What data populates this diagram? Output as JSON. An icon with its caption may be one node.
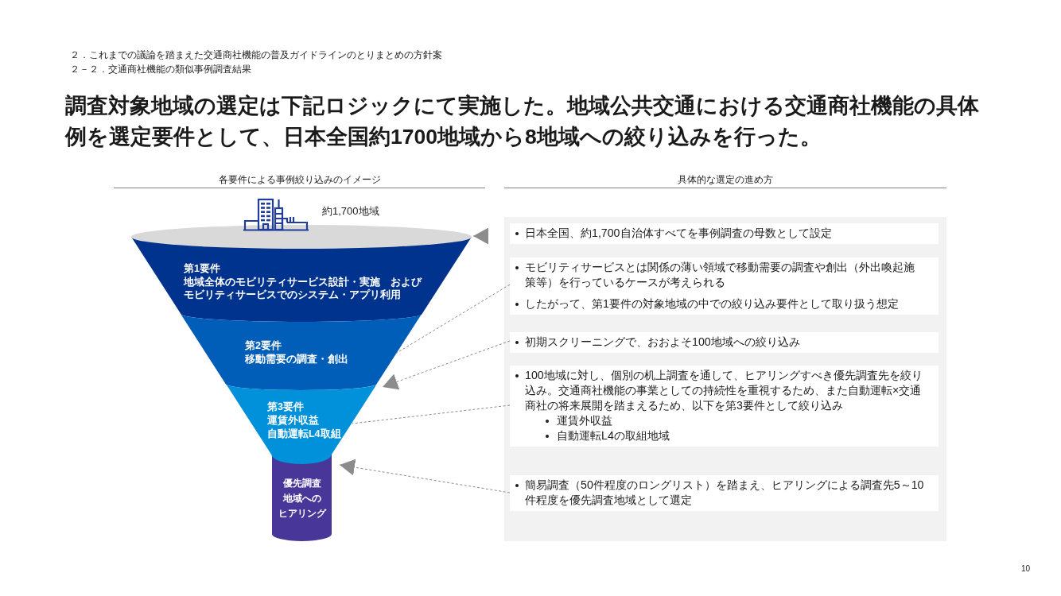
{
  "diagram": {
    "title": "調査対象地域の選定は下記ロジックにて実施した。地域公共交通における交通商社機能の具体例を選定要件として、日本全国約1700地域から8地域への絞り込みを行った。",
    "nodes": [
      {
        "text": [],
        "shape": "ellipse",
        "beside": [
          "約1,700地域"
        ]
      },
      {
        "text": [
          "第1要件",
          "地域全体のモビリティサービス設計・実施　およびモビリティサービスでのシステム・アプリ利用"
        ]
      },
      {
        "text": [
          "第2要件",
          "移動需要の調査・創出"
        ]
      },
      {
        "text": [
          "第3要件",
          "運賃外収益",
          "自動運転L4取組"
        ]
      },
      {
        "text": [
          "優先調査地域へのヒアリング"
        ]
      },
      {
        "text": [],
        "shape": "box"
      },
      {
        "text": [
          "日本全国、約1,700自治体すべてを事例調査の母数として設定"
        ],
        "in": 5
      },
      {
        "text": [
          "モビリティサービスとは関係の薄い領域で移動需要の調査や創出（外出喚起施策等）を行っているケースが考えられる",
          "したがって、第1要件の対象地域の中での絞り込み要件として取り扱う想定"
        ],
        "in": 5
      },
      {
        "text": [
          "初期スクリーニングで、おおよそ100地域への絞り込み"
        ],
        "in": 5
      },
      {
        "text": [
          "100地域に対し、個別の机上調査を通して、ヒアリングすべき優先調査先を絞り込み。交通商社機能の事業としての持続性を重視するため、また自動運転×交通商社の将来展開を踏まえるため、以下を第3要件として絞り込み",
          "運賃外収益",
          "自動運転L4の取組地域"
        ],
        "in": 5
      },
      {
        "text": [
          "簡易調査（50件程度のロングリスト）を踏まえ、ヒアリングによる調査先5～10件程度を優先調査地域として選定"
        ],
        "in": 5
      }
    ],
    "edges": [
      {
        "from": null,
        "to": 0,
        "arrow": "to"
      },
      {
        "from": 7,
        "to": 2,
        "arrow": "none",
        "style": "dashed"
      },
      {
        "from": 8,
        "to": 3,
        "arrow": "to",
        "style": "dashed"
      },
      {
        "from": 9,
        "to": 3,
        "arrow": "none",
        "style": "dashed"
      },
      {
        "from": 10,
        "to": 4,
        "arrow": "to",
        "style": "dashed"
      }
    ],
    "labels": [
      "２．これまでの議論を踏まえた交通商社機能の普及ガイドラインのとりまとめの方針案",
      "２－２．交通商社機能の類似事例調査結果",
      "各要件による事例絞り込みのイメージ",
      "具体的な選定の進め方",
      "10"
    ]
  }
}
